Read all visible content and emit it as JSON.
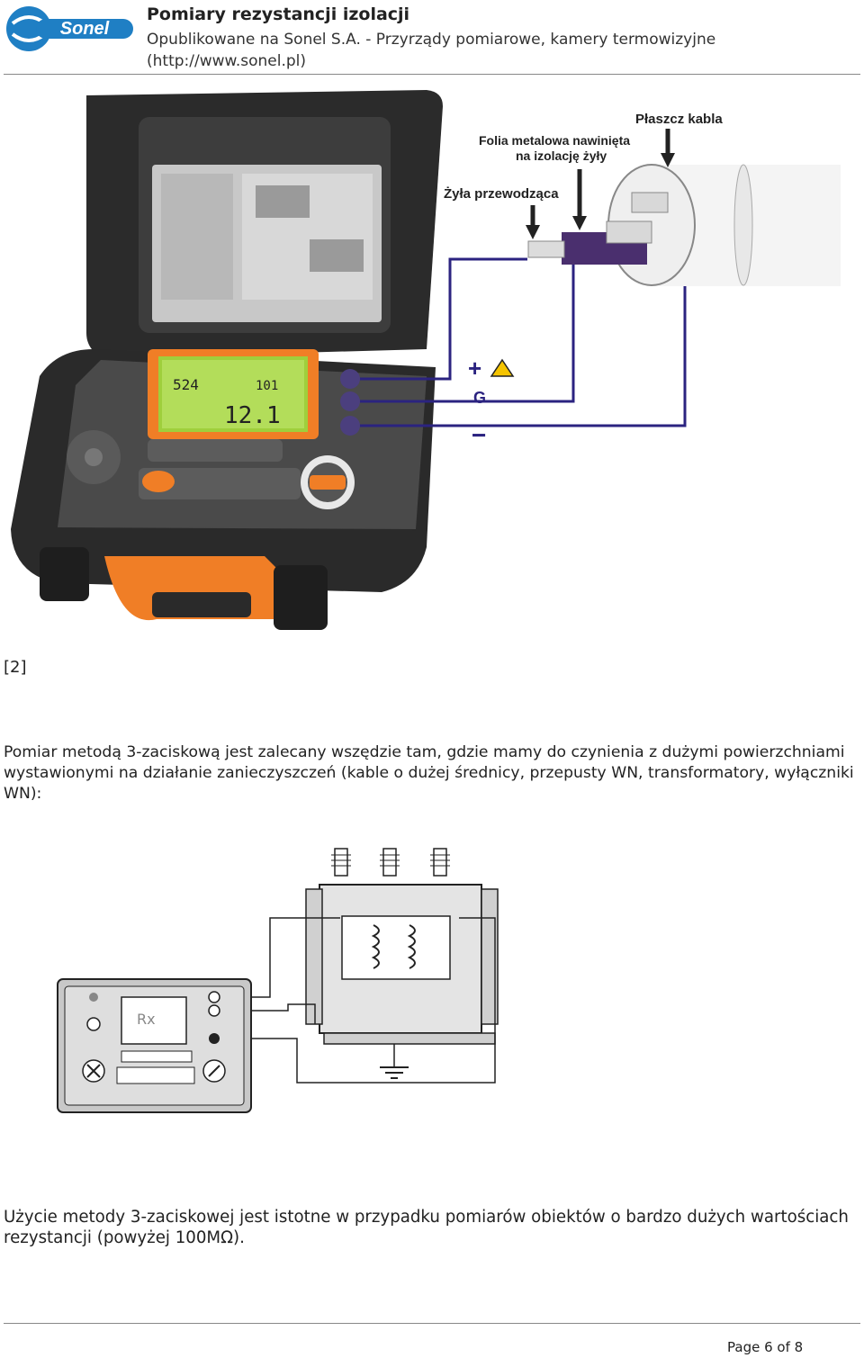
{
  "header": {
    "logo_text": "Sonel",
    "title": "Pomiary rezystancji izolacji",
    "subtitle": "Opublikowane na Sonel S.A. - Przyrządy pomiarowe, kamery termowizyjne (http://www.sonel.pl)"
  },
  "figure1": {
    "label_shield": "Płaszcz kabla",
    "label_foil_line1": "Folia metalowa nawinięta",
    "label_foil_line2": "na izolację żyły",
    "label_core": "Żyła przewodząca",
    "terminal_plus": "+",
    "terminal_g": "G",
    "terminal_minus": "−"
  },
  "reference": "[2]",
  "paragraph1": "Pomiar metodą 3-zaciskową jest zalecany wszędzie tam, gdzie mamy do czynienia z dużymi powierzchniami wystawionymi na działanie zanieczyszczeń (kable o dużej średnicy, przepusty WN, transformatory, wyłączniki WN):",
  "figure2": {
    "meter_display": "Rx"
  },
  "paragraph2": "Użycie metody 3-zaciskowej jest istotne w przypadku pomiarów obiektów o bardzo dużych wartościach rezystancji (powyżej 100MΩ).",
  "footer": {
    "page_label": "Page 6 of 8"
  }
}
